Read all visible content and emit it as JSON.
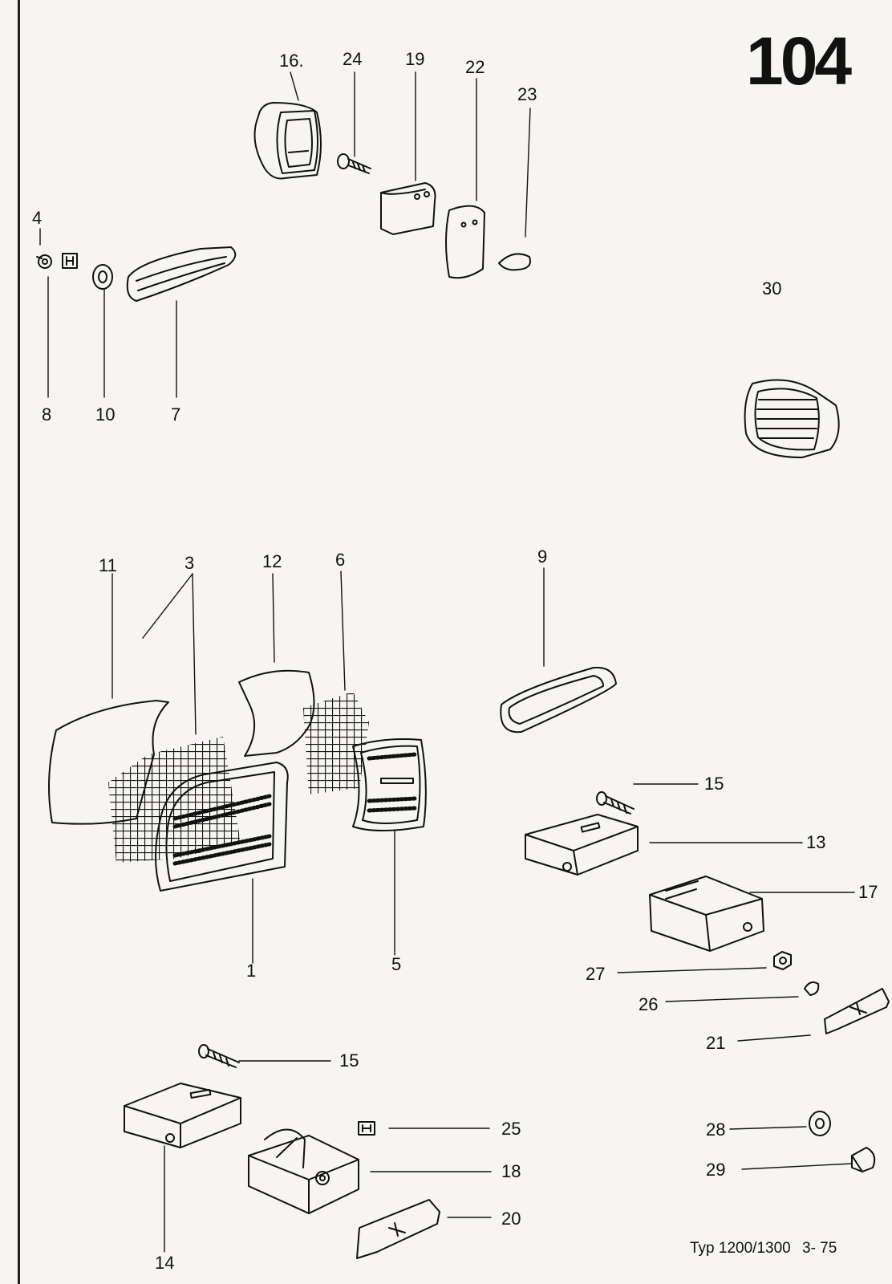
{
  "page_number": "104",
  "footer": {
    "type": "Typ 1200/1300",
    "date": "3- 75"
  },
  "callouts": {
    "c1": "1",
    "c3": "3",
    "c4": "4",
    "c5": "5",
    "c6": "6",
    "c7": "7",
    "c8": "8",
    "c9": "9",
    "c10": "10",
    "c11": "11",
    "c12": "12",
    "c13": "13",
    "c14": "14",
    "c15a": "15",
    "c15b": "15",
    "c16": "16.",
    "c17": "17",
    "c18": "18",
    "c19": "19",
    "c20": "20",
    "c21": "21",
    "c22": "22",
    "c23": "23",
    "c24": "24",
    "c25": "25",
    "c26": "26",
    "c27": "27",
    "c28": "28",
    "c29": "29",
    "c30": "30"
  }
}
